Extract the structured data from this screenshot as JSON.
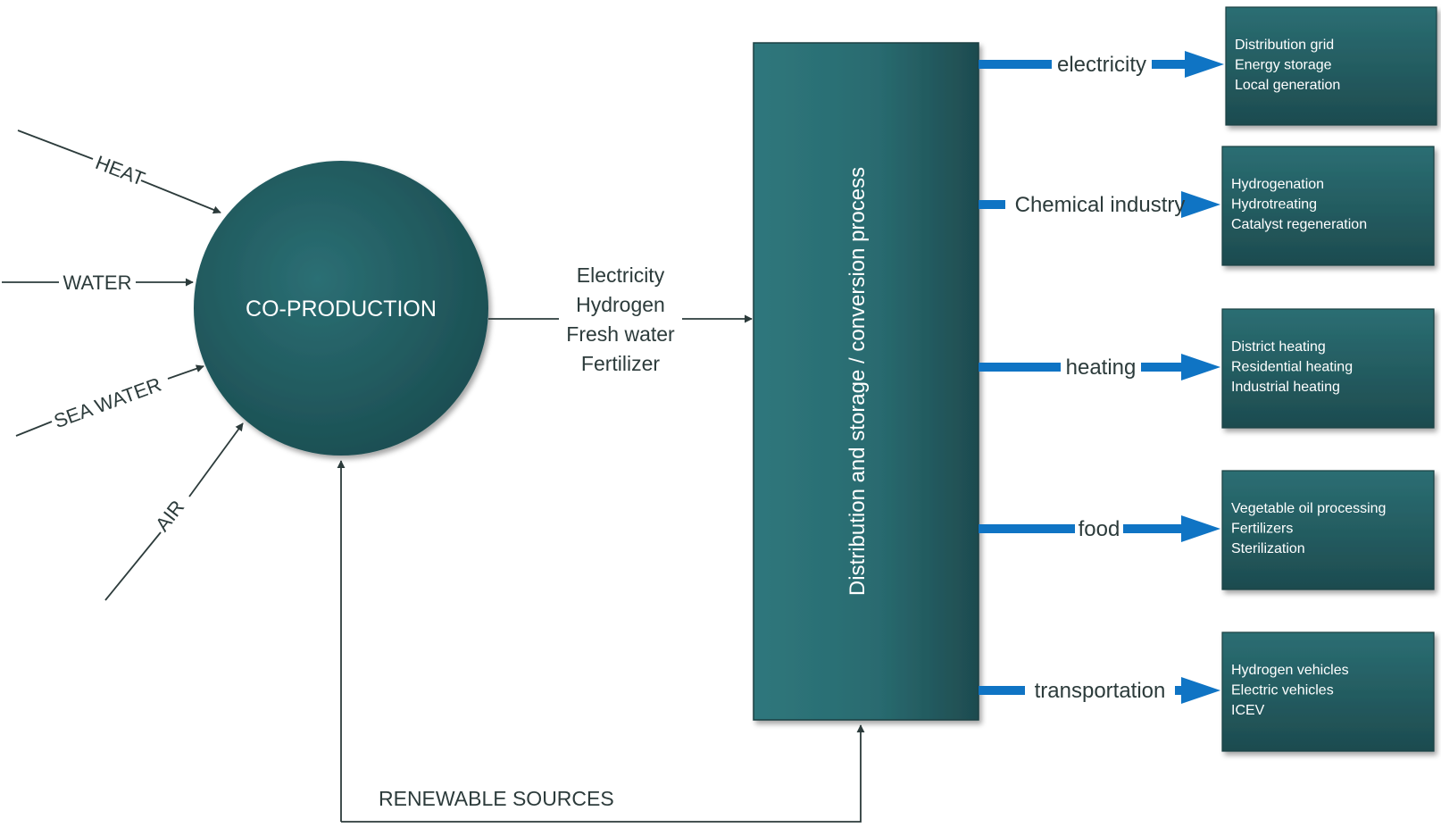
{
  "diagram": {
    "hub": {
      "label": "CO-PRODUCTION"
    },
    "inputs": {
      "heat": "HEAT",
      "water": "WATER",
      "sea_water": "SEA WATER",
      "air": "AIR"
    },
    "products": [
      "Electricity",
      "Hydrogen",
      "Fresh water",
      "Fertilizer"
    ],
    "process": {
      "label": "Distribution and storage / conversion process"
    },
    "feedback": {
      "label": "RENEWABLE SOURCES"
    },
    "sectors": [
      {
        "label": "electricity",
        "items": [
          "Distribution grid",
          "Energy storage",
          "Local generation"
        ]
      },
      {
        "label": "Chemical industry",
        "items": [
          "Hydrogenation",
          "Hydrotreating",
          "Catalyst regeneration"
        ]
      },
      {
        "label": "heating",
        "items": [
          "District heating",
          "Residential heating",
          "Industrial heating"
        ]
      },
      {
        "label": "food",
        "items": [
          "Vegetable oil processing",
          "Fertilizers",
          "Sterilization"
        ]
      },
      {
        "label": "transportation",
        "items": [
          "Hydrogen vehicles",
          "Electric vehicles",
          "ICEV"
        ]
      }
    ],
    "colors": {
      "teal_dark": "#1f5256",
      "teal_light": "#2e7479",
      "arrow_blue": "#0f74c4",
      "line_dark": "#2c3b3b"
    }
  }
}
